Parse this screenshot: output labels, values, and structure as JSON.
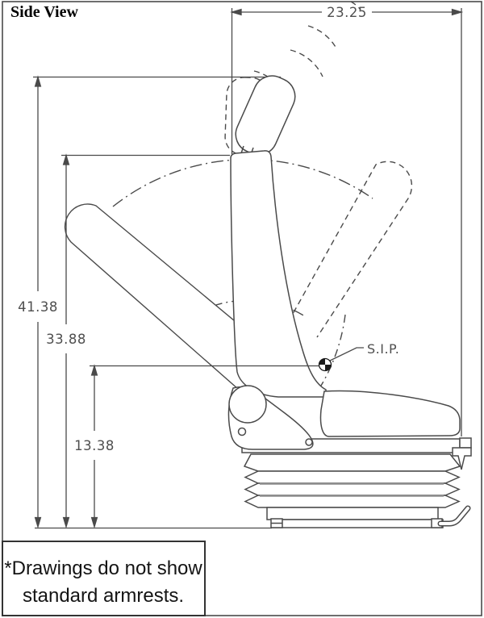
{
  "title": "Side View",
  "dimensions": {
    "top_width": "23.25",
    "overall_height": "41.38",
    "backrest_height": "33.88",
    "sip_height": "13.38"
  },
  "labels": {
    "sip": "S.I.P."
  },
  "note": {
    "line1": "*Drawings do not show",
    "line2": "standard armrests."
  },
  "colors": {
    "line": "#4a4a4a",
    "dimension_text": "#4f4f4f",
    "shading": "#8f8f8f",
    "background": "#ffffff"
  }
}
